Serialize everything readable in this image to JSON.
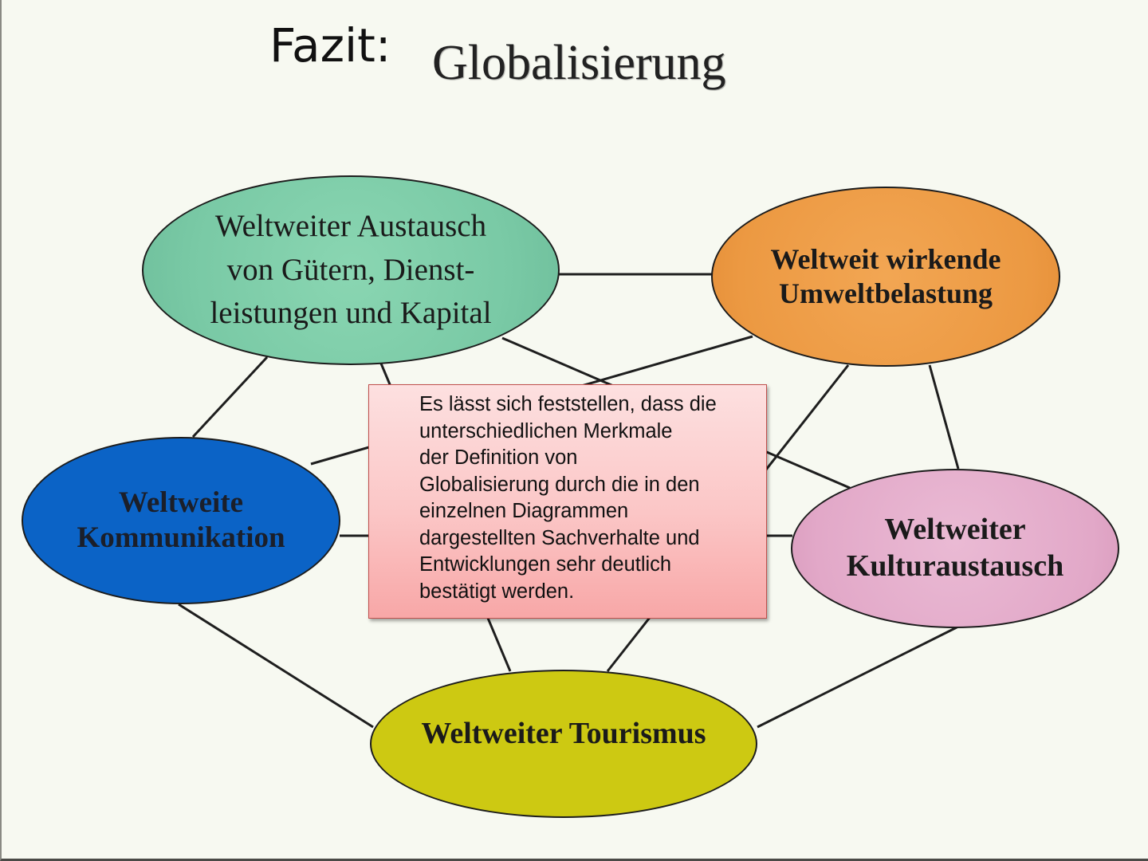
{
  "slide": {
    "title_prefix": "Fazit:",
    "title_main": "Globalisierung"
  },
  "nodes": {
    "trade": {
      "label": "Weltweiter Austausch\nvon Gütern, Dienst-\nleistungen und Kapital",
      "color": "#7fcfa9"
    },
    "environment": {
      "label": "Weltweit wirkende\nUmweltbelastung",
      "color": "#ee9b45"
    },
    "communication": {
      "label": "Weltweite\nKommunikation",
      "color": "#0b63c6"
    },
    "culture": {
      "label": "Weltweiter\nKulturaustausch",
      "color": "#e3a9c9"
    },
    "tourism": {
      "label": "Weltweiter Tourismus",
      "color": "#cdc912"
    }
  },
  "summary_box": {
    "text": "Es lässt sich feststellen, dass die unterschiedlichen Merkmale der Definition von Globalisierung durch die in den einzelnen Diagrammen dargestellten Sachverhalte und Entwicklungen sehr deutlich bestätigt werden.",
    "lines": [
      "Es lässt sich feststellen, dass die",
      "unterschiedlichen Merkmale",
      "der Definition von",
      "Globalisierung durch die in den",
      "einzelnen Diagrammen",
      "dargestellten Sachverhalte und",
      "Entwicklungen sehr deutlich",
      "bestätigt werden."
    ],
    "color_top": "#fde0e0",
    "color_bottom": "#f8a7a7",
    "border_color": "#c0504d"
  },
  "edges": [
    {
      "from": "trade",
      "to": "environment"
    },
    {
      "from": "trade",
      "to": "communication"
    },
    {
      "from": "trade",
      "to": "culture"
    },
    {
      "from": "trade",
      "to": "tourism"
    },
    {
      "from": "environment",
      "to": "communication"
    },
    {
      "from": "environment",
      "to": "culture"
    },
    {
      "from": "environment",
      "to": "tourism"
    },
    {
      "from": "communication",
      "to": "culture"
    },
    {
      "from": "communication",
      "to": "tourism"
    },
    {
      "from": "culture",
      "to": "tourism"
    }
  ]
}
